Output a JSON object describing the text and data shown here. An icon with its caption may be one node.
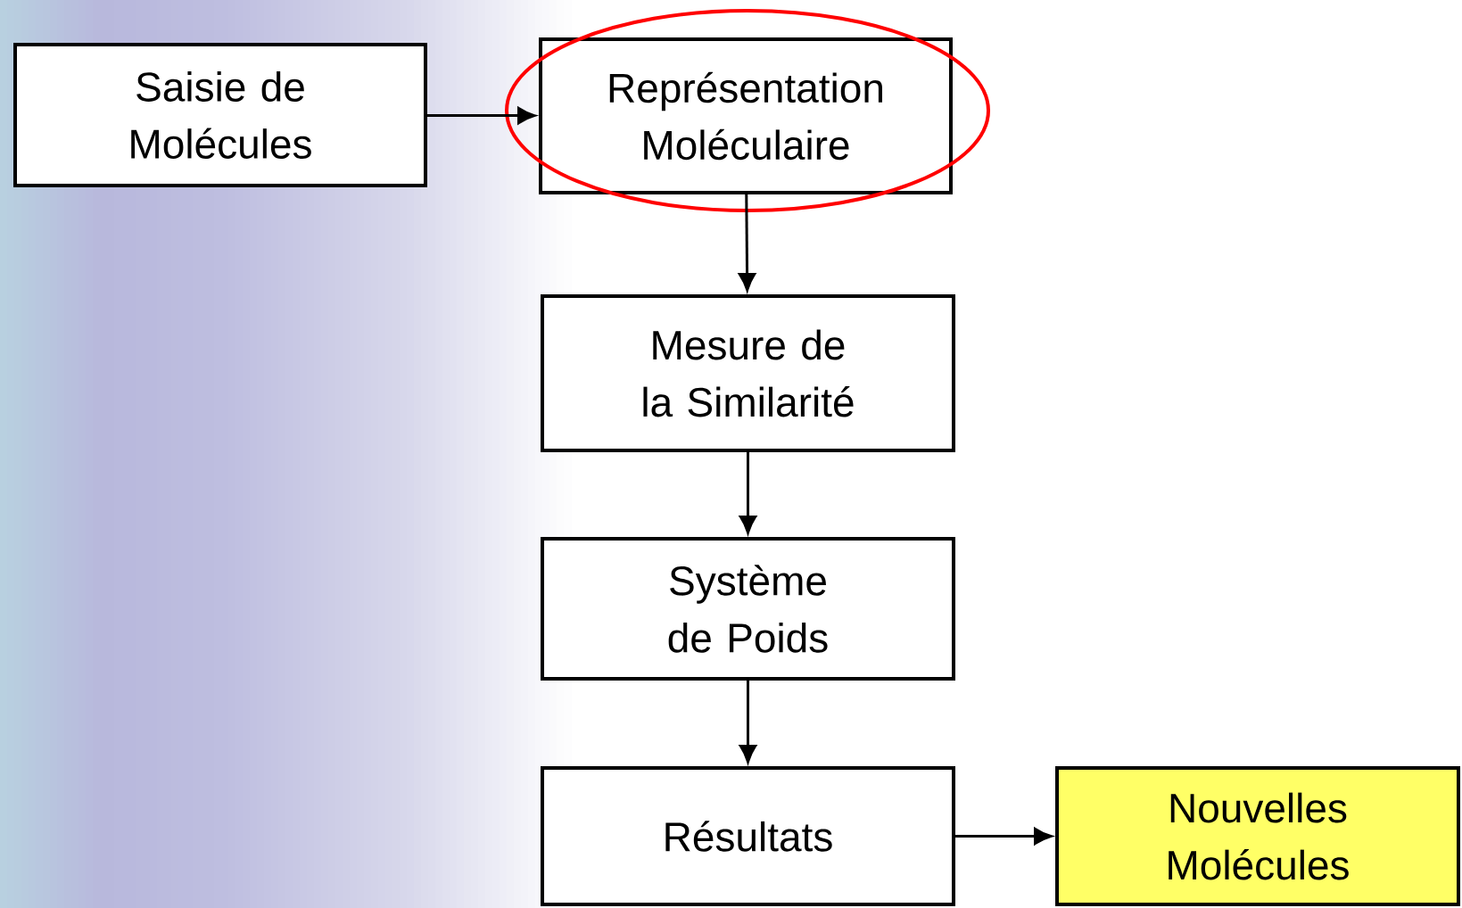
{
  "diagram": {
    "nodes": [
      {
        "text": [
          "Saisie de Molécules"
        ]
      },
      {
        "text": [
          "Représentation Moléculaire"
        ]
      },
      {
        "text": [
          "Mesure de la Similarité"
        ]
      },
      {
        "text": [
          "Système de Poids"
        ]
      },
      {
        "text": [
          "Résultats"
        ]
      },
      {
        "text": [
          "Nouvelles Molécules"
        ]
      }
    ],
    "edges": [
      {
        "from": 0,
        "to": 1,
        "arrow": "to"
      },
      {
        "from": 1,
        "to": 2,
        "arrow": "to"
      },
      {
        "from": 2,
        "to": 3,
        "arrow": "to"
      },
      {
        "from": 3,
        "to": 4,
        "arrow": "to"
      },
      {
        "from": 4,
        "to": 5,
        "arrow": "to"
      }
    ]
  }
}
